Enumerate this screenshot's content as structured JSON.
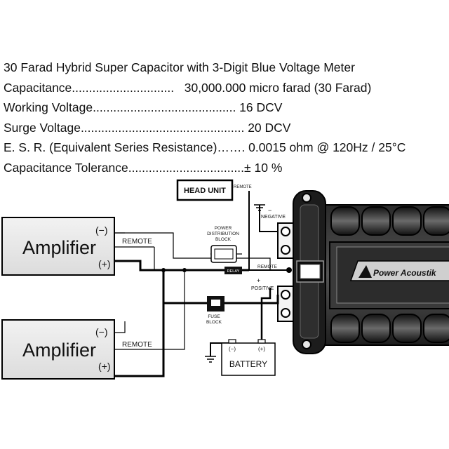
{
  "specs": {
    "title": "30 Farad Hybrid Super Capacitor with 3-Digit Blue Voltage Meter",
    "lines": [
      "Capacitance..............................   30,000.000 micro farad (30 Farad)",
      "Working Voltage.......................................... 16 DCV",
      "Surge Voltage................................................ 20 DCV",
      "E. S. R. (Equivalent Series Resistance)……. 0.0015 ohm @ 120Hz / 25°C",
      "Capacitance Tolerance..................................± 10 %"
    ]
  },
  "diagram": {
    "amp_top": {
      "label": "Amplifier",
      "neg": "(−)",
      "pos": "(+)",
      "remote": "REMOTE"
    },
    "amp_bottom": {
      "label": "Amplifier",
      "neg": "(−)",
      "pos": "(+)",
      "remote": "REMOTE"
    },
    "head_unit": "HEAD UNIT",
    "head_remote": "REMOTE",
    "pdb_line1": "POWER",
    "pdb_line2": "DISTRIBUTION",
    "pdb_line3": "BLOCK",
    "relay": "RELAY",
    "fuse_line1": "FUSE",
    "fuse_line2": "BLOCK",
    "battery": "BATTERY",
    "battery_neg": "(−)",
    "battery_pos": "(+)",
    "cap_negative": "NEGATIVE",
    "cap_minus": "−",
    "cap_remote": "REMOTE",
    "cap_plus": "+",
    "cap_positive": "POSITIVE",
    "brand": "Power Acoustik"
  }
}
